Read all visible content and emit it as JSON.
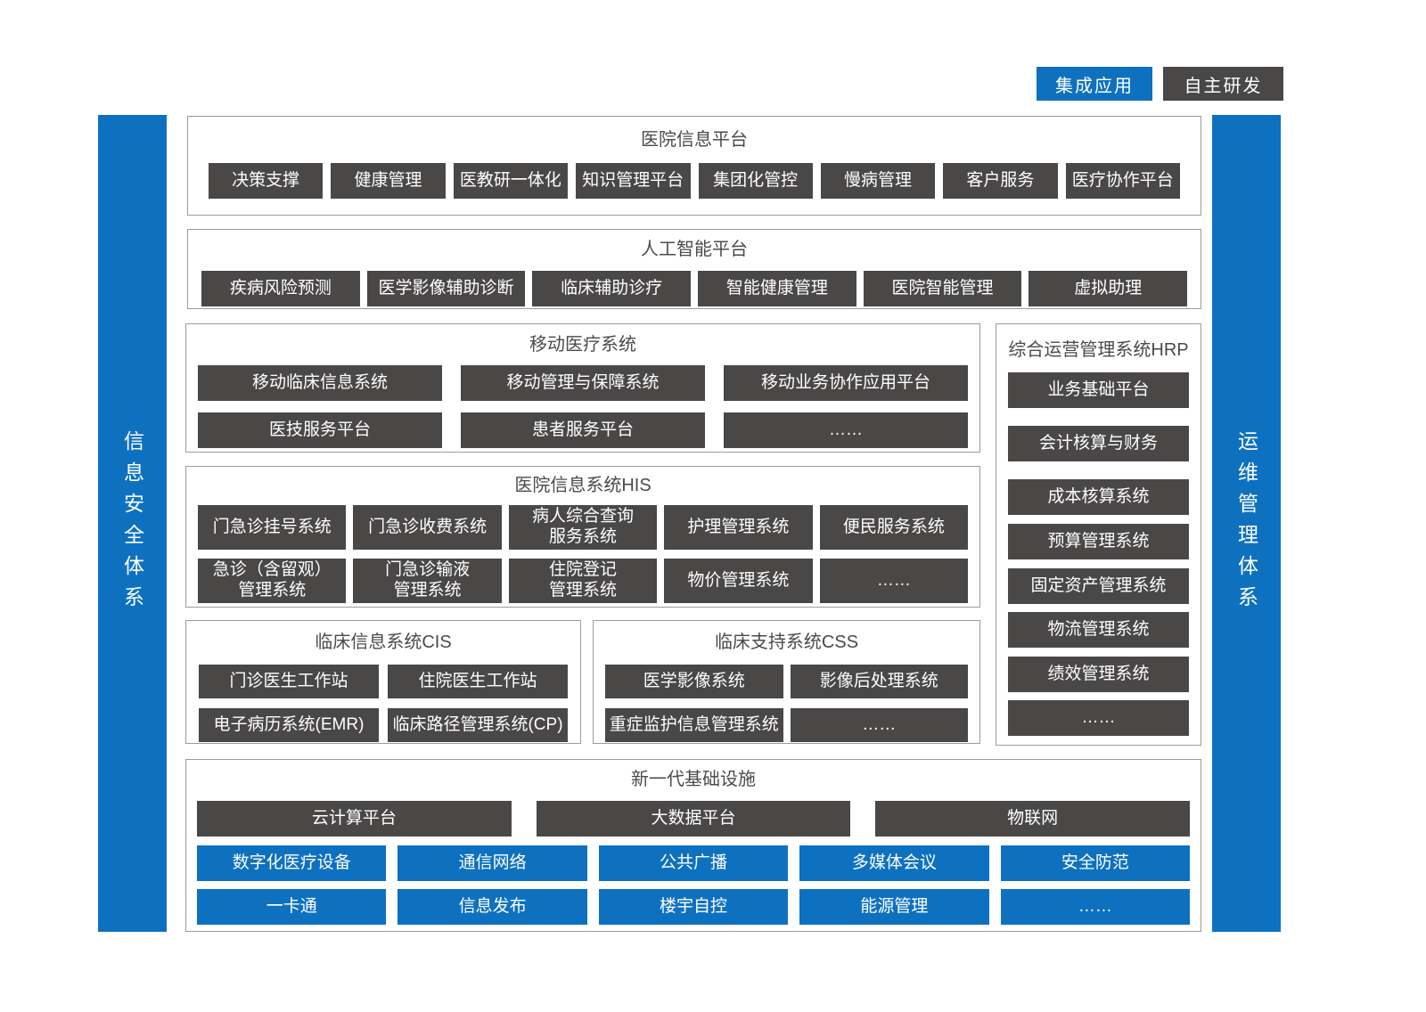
{
  "colors": {
    "blue": "#0e71c0",
    "dark": "#4a4747",
    "border": "#9b9b9b"
  },
  "legend": {
    "integrated_label": "集成应用",
    "self_developed_label": "自主研发"
  },
  "side_bars": {
    "left_label": "信息安全体系",
    "right_label": "运维管理体系"
  },
  "sections": {
    "hospital_info_platform": {
      "title": "医院信息平台",
      "items": [
        "决策支撑",
        "健康管理",
        "医教研一体化",
        "知识管理平台",
        "集团化管控",
        "慢病管理",
        "客户服务",
        "医疗协作平台"
      ]
    },
    "ai_platform": {
      "title": "人工智能平台",
      "items": [
        "疾病风险预测",
        "医学影像辅助诊断",
        "临床辅助诊疗",
        "智能健康管理",
        "医院智能管理",
        "虚拟助理"
      ]
    },
    "mobile_medical": {
      "title": "移动医疗系统",
      "rows": [
        [
          "移动临床信息系统",
          "移动管理与保障系统",
          "移动业务协作应用平台"
        ],
        [
          "医技服务平台",
          "患者服务平台",
          "……"
        ]
      ]
    },
    "hrp": {
      "title": "综合运营管理系统HRP",
      "items": [
        "业务基础平台",
        "会计核算与财务",
        "成本核算系统",
        "预算管理系统",
        "固定资产管理系统",
        "物流管理系统",
        "绩效管理系统",
        "……"
      ]
    },
    "his": {
      "title": "医院信息系统HIS",
      "rows": [
        [
          "门急诊挂号系统",
          "门急诊收费系统",
          "病人综合查询\n服务系统",
          "护理管理系统",
          "便民服务系统"
        ],
        [
          "急诊（含留观）\n管理系统",
          "门急诊输液\n管理系统",
          "住院登记\n管理系统",
          "物价管理系统",
          "……"
        ]
      ]
    },
    "cis": {
      "title": "临床信息系统CIS",
      "rows": [
        [
          "门诊医生工作站",
          "住院医生工作站"
        ],
        [
          "电子病历系统(EMR)",
          "临床路径管理系统(CP)"
        ]
      ]
    },
    "css": {
      "title": "临床支持系统CSS",
      "rows": [
        [
          "医学影像系统",
          "影像后处理系统"
        ],
        [
          "重症监护信息管理系统",
          "……"
        ]
      ]
    },
    "infrastructure": {
      "title": "新一代基础设施",
      "dark_row": [
        "云计算平台",
        "大数据平台",
        "物联网"
      ],
      "blue_rows": [
        [
          "数字化医疗设备",
          "通信网络",
          "公共广播",
          "多媒体会议",
          "安全防范"
        ],
        [
          "一卡通",
          "信息发布",
          "楼宇自控",
          "能源管理",
          "……"
        ]
      ]
    }
  }
}
